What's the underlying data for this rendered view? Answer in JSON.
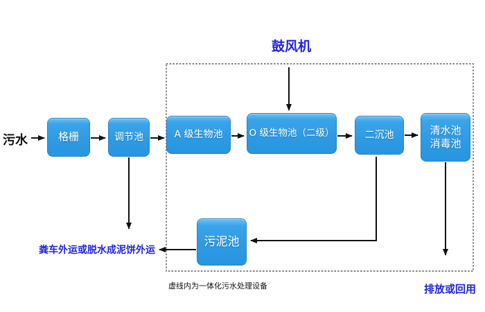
{
  "labels": {
    "influent": "污水",
    "blower": "鼓风机",
    "sludge_disposal": "粪车外运或脱水成泥饼外运",
    "dashed_box_caption": "虚线内为一体化污水处理设备",
    "effluent": "排放或回用"
  },
  "nodes": {
    "grid": "格栅",
    "regulating_tank": "调节池",
    "a_bio_tank": "A 级生物池",
    "o_bio_tank": "O 级生物池（二级）",
    "secondary_sedimentation_tank": "二沉池",
    "clear_water_tank": "清水池",
    "disinfection_tank": "消毒池",
    "sludge_tank": "污泥池"
  },
  "colors": {
    "tank_fill": "#2E9AE3",
    "tank_fill_highlight": "#6CC0F2",
    "tank_border": "#2382C8",
    "tank_text": "#FFFFFF",
    "annotation_blue": "#2222DD",
    "annotation_black": "#111111",
    "arrow": "#111111",
    "dashed_boundary": "#555555",
    "background": "#FFFFFF"
  }
}
